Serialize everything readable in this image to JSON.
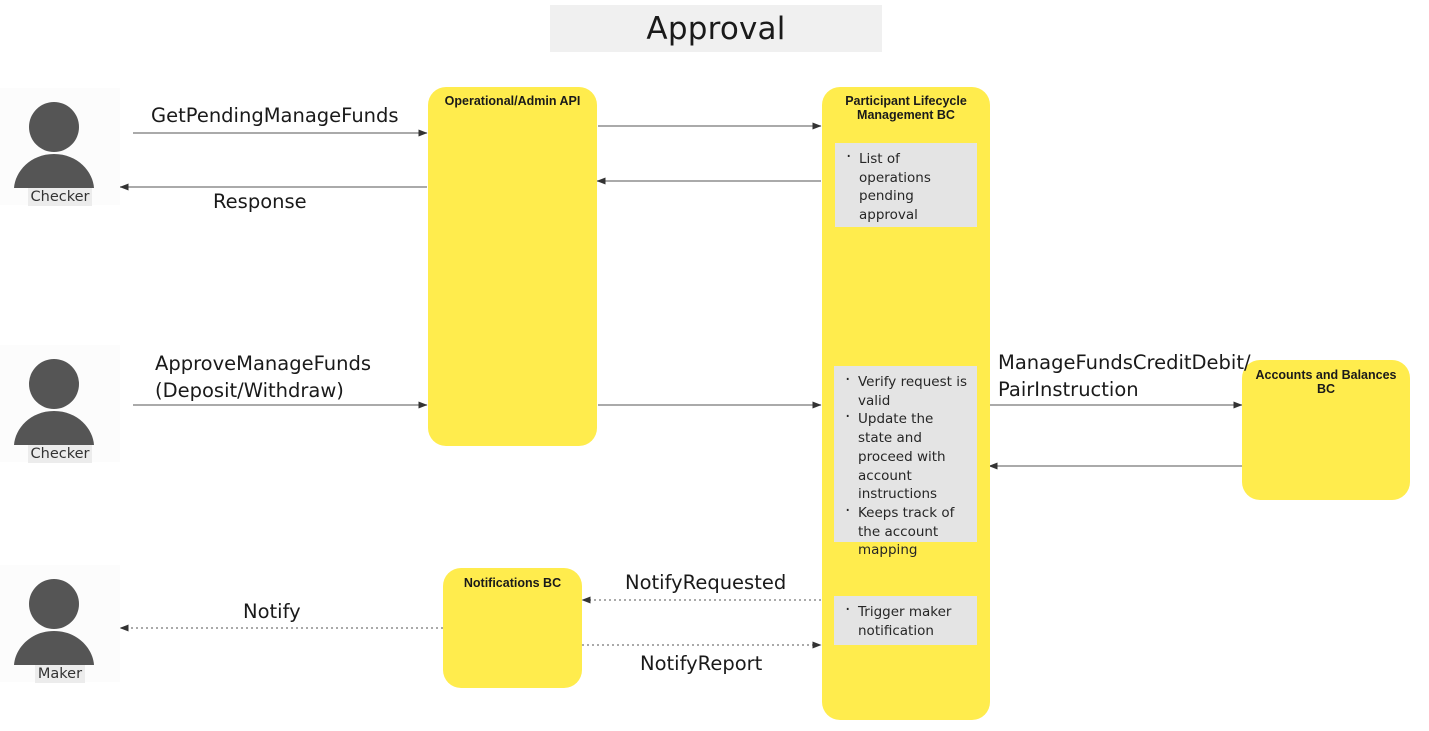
{
  "diagram": {
    "title": "Approval",
    "background": "#ffffff",
    "accent_yellow": "#ffec4d",
    "note_gray": "#e4e4e4",
    "title_banner_gray": "#f0f0f0",
    "line_color": "#666666"
  },
  "actors": [
    {
      "id": "checker-top",
      "label": "Checker",
      "icon": "person-icon"
    },
    {
      "id": "checker-mid",
      "label": "Checker",
      "icon": "person-icon"
    },
    {
      "id": "maker-bottom",
      "label": "Maker",
      "icon": "person-icon"
    }
  ],
  "components": [
    {
      "id": "operational-admin-api",
      "title": "Operational/Admin API"
    },
    {
      "id": "participant-lifecycle-management-bc",
      "title": "Participant Lifecycle\nManagement BC"
    },
    {
      "id": "accounts-and-balances-bc",
      "title": "Accounts and Balances\nBC"
    },
    {
      "id": "notifications-bc",
      "title": "Notifications BC"
    }
  ],
  "notes": [
    {
      "id": "note-pending-approval",
      "bullets": [
        "List of operations pending approval"
      ]
    },
    {
      "id": "note-verify-update-track",
      "bullets": [
        "Verify request is valid",
        "Update the state and proceed with account instructions",
        "Keeps track of the account mapping"
      ]
    },
    {
      "id": "note-trigger-maker-notification",
      "bullets": [
        "Trigger maker notification"
      ]
    }
  ],
  "messages": [
    {
      "id": "get-pending-manage-funds",
      "label": "GetPendingManageFunds",
      "style": "solid",
      "direction": "right"
    },
    {
      "id": "response",
      "label": "Response",
      "style": "solid",
      "direction": "left"
    },
    {
      "id": "approve-manage-funds",
      "label": "ApproveManageFunds\n(Deposit/Withdraw)",
      "style": "solid",
      "direction": "right"
    },
    {
      "id": "manage-funds-credit-debit",
      "label": "ManageFundsCreditDebit/\nPairInstruction",
      "style": "solid",
      "direction": "right"
    },
    {
      "id": "notify-requested",
      "label": "NotifyRequested",
      "style": "dotted",
      "direction": "left"
    },
    {
      "id": "notify-report",
      "label": "NotifyReport",
      "style": "dotted",
      "direction": "right"
    },
    {
      "id": "notify",
      "label": "Notify",
      "style": "dotted",
      "direction": "left"
    }
  ]
}
